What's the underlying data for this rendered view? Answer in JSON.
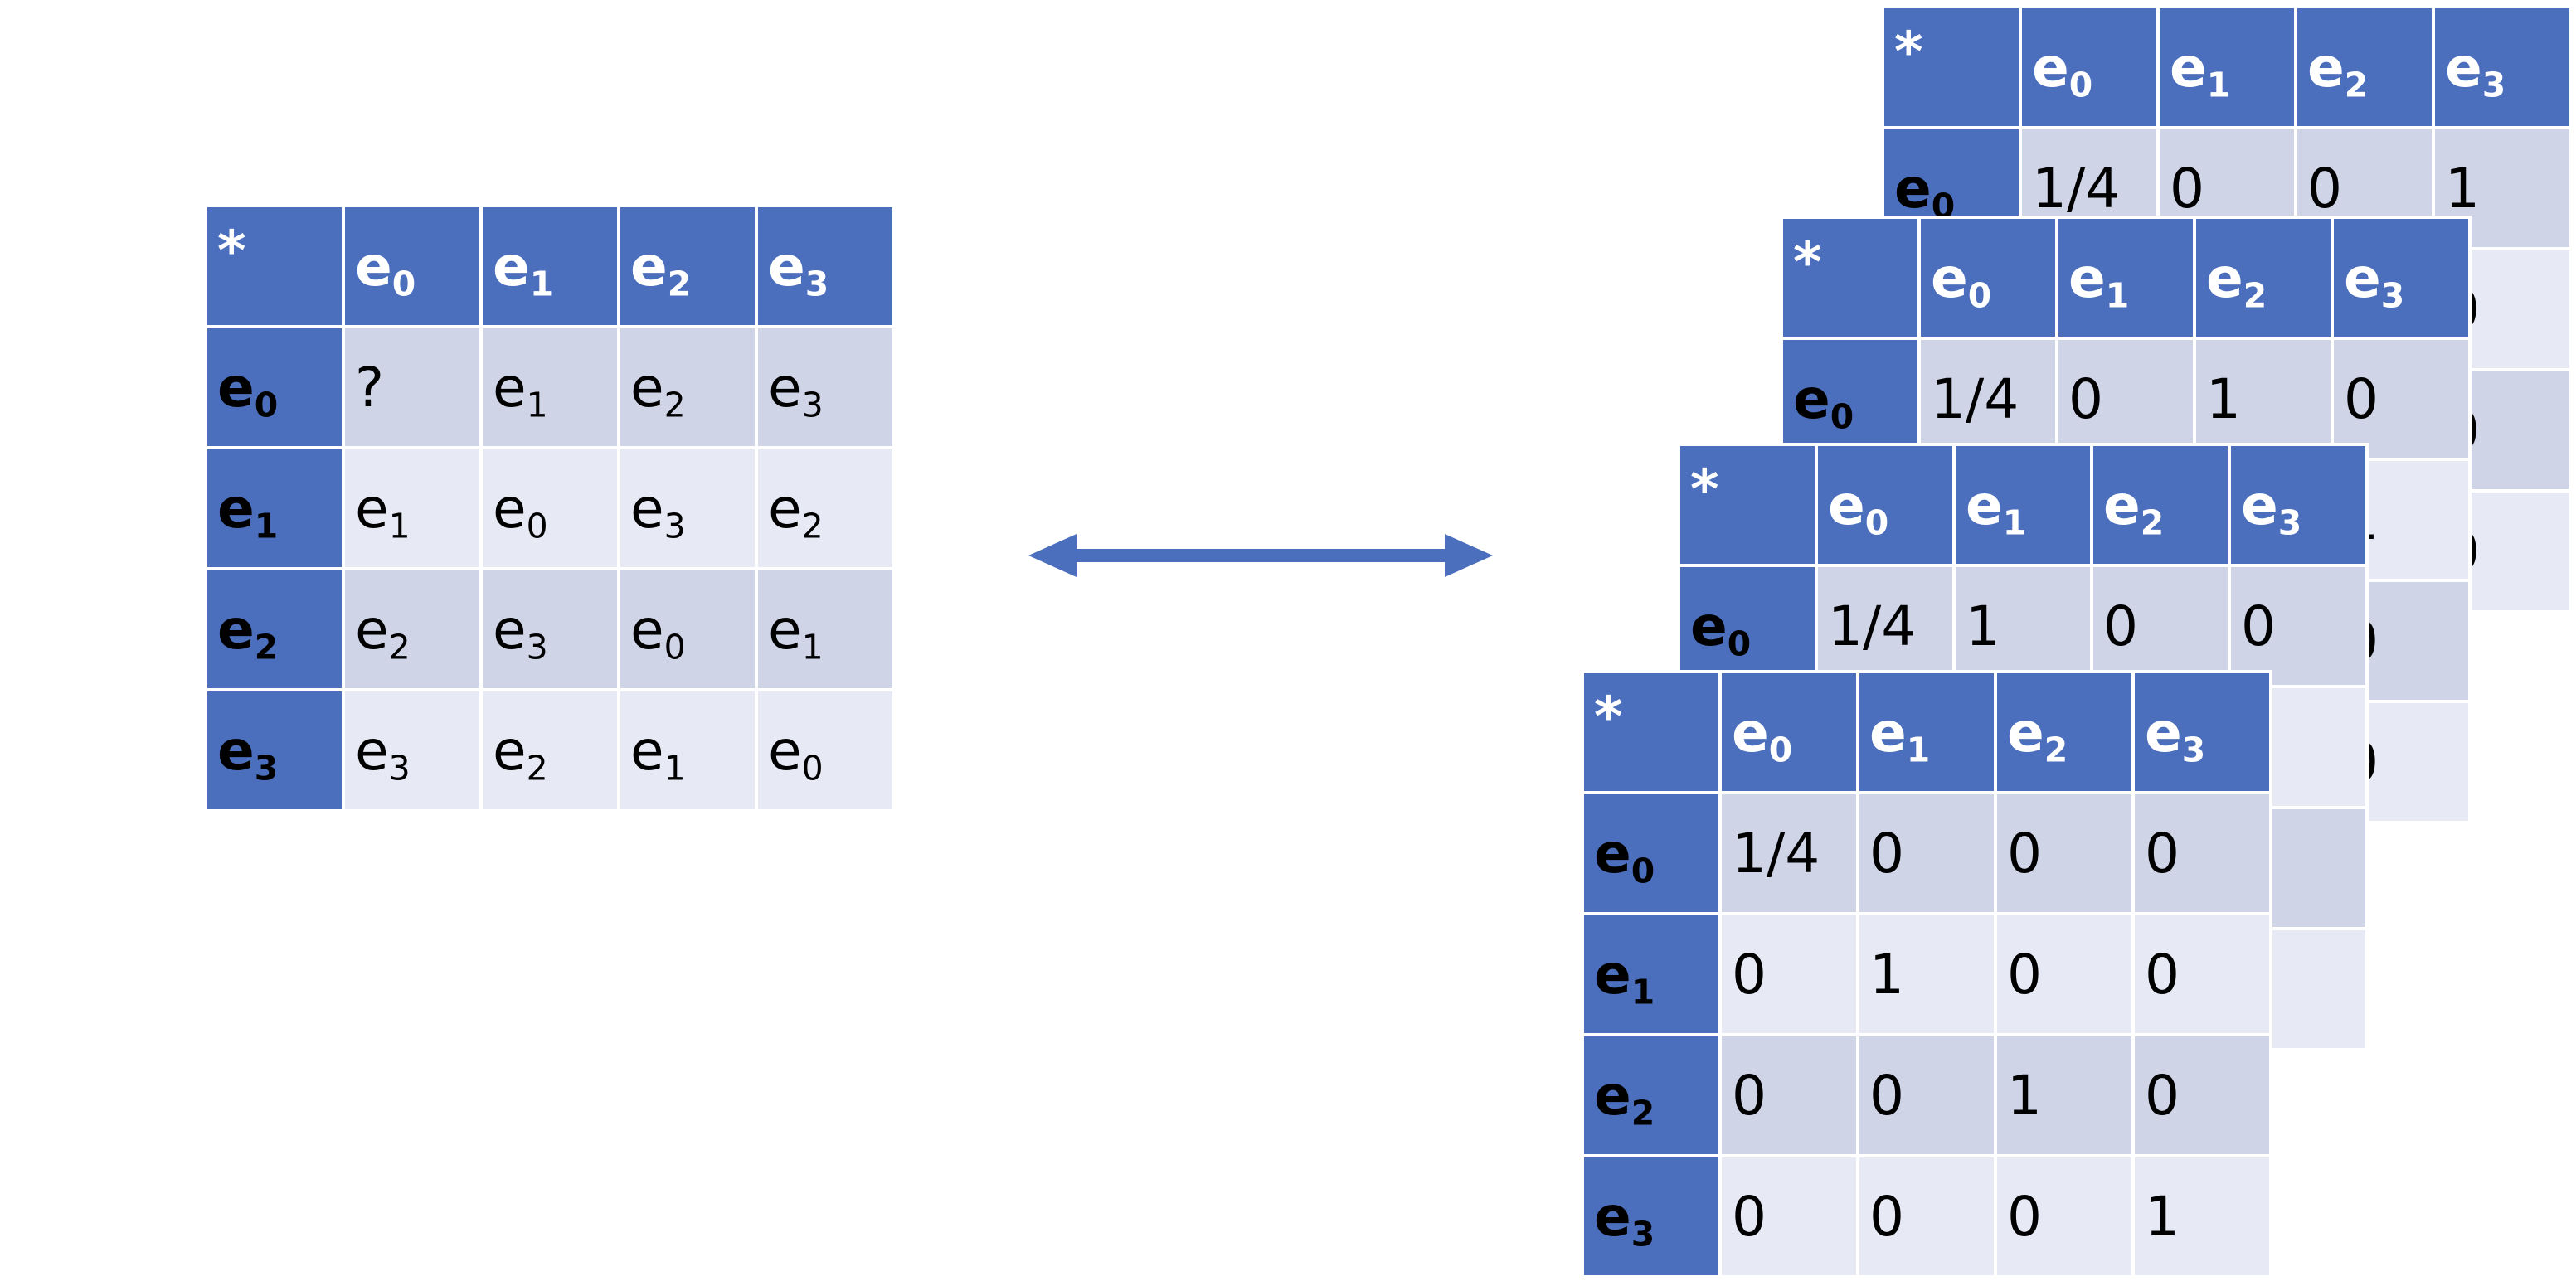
{
  "colors": {
    "header": "#4b6fbd",
    "row_dark": "#cfd4e6",
    "row_light": "#e7eaf4",
    "arrow": "#4b6fbd"
  },
  "left_table": {
    "corner": "*",
    "headers": [
      {
        "b": "e",
        "s": "0"
      },
      {
        "b": "e",
        "s": "1"
      },
      {
        "b": "e",
        "s": "2"
      },
      {
        "b": "e",
        "s": "3"
      }
    ],
    "rows": [
      {
        "label": {
          "b": "e",
          "s": "0"
        },
        "cells": [
          {
            "b": "?",
            "s": ""
          },
          {
            "b": "e",
            "s": "1"
          },
          {
            "b": "e",
            "s": "2"
          },
          {
            "b": "e",
            "s": "3"
          }
        ]
      },
      {
        "label": {
          "b": "e",
          "s": "1"
        },
        "cells": [
          {
            "b": "e",
            "s": "1"
          },
          {
            "b": "e",
            "s": "0"
          },
          {
            "b": "e",
            "s": "3"
          },
          {
            "b": "e",
            "s": "2"
          }
        ]
      },
      {
        "label": {
          "b": "e",
          "s": "2"
        },
        "cells": [
          {
            "b": "e",
            "s": "2"
          },
          {
            "b": "e",
            "s": "3"
          },
          {
            "b": "e",
            "s": "0"
          },
          {
            "b": "e",
            "s": "1"
          }
        ]
      },
      {
        "label": {
          "b": "e",
          "s": "3"
        },
        "cells": [
          {
            "b": "e",
            "s": "3"
          },
          {
            "b": "e",
            "s": "2"
          },
          {
            "b": "e",
            "s": "1"
          },
          {
            "b": "e",
            "s": "0"
          }
        ]
      }
    ]
  },
  "arrow_icon": "double-headed-arrow",
  "stacked_tables": [
    {
      "corner": "*",
      "headers": [
        {
          "b": "e",
          "s": "0"
        },
        {
          "b": "e",
          "s": "1"
        },
        {
          "b": "e",
          "s": "2"
        },
        {
          "b": "e",
          "s": "3"
        }
      ],
      "rows": [
        {
          "label": {
            "b": "e",
            "s": "0"
          },
          "cells": [
            {
              "b": "1/4",
              "s": ""
            },
            {
              "b": "0",
              "s": ""
            },
            {
              "b": "0",
              "s": ""
            },
            {
              "b": "1",
              "s": ""
            }
          ]
        },
        {
          "label": {
            "b": "e",
            "s": "1"
          },
          "cells": [
            {
              "b": "",
              "s": ""
            },
            {
              "b": "",
              "s": ""
            },
            {
              "b": "",
              "s": ""
            },
            {
              "b": "0",
              "s": ""
            }
          ]
        },
        {
          "label": {
            "b": "e",
            "s": "2"
          },
          "cells": [
            {
              "b": "",
              "s": ""
            },
            {
              "b": "",
              "s": ""
            },
            {
              "b": "",
              "s": ""
            },
            {
              "b": "0",
              "s": ""
            }
          ]
        },
        {
          "label": {
            "b": "e",
            "s": "3"
          },
          "cells": [
            {
              "b": "",
              "s": ""
            },
            {
              "b": "",
              "s": ""
            },
            {
              "b": "",
              "s": ""
            },
            {
              "b": "0",
              "s": ""
            }
          ]
        }
      ]
    },
    {
      "corner": "*",
      "headers": [
        {
          "b": "e",
          "s": "0"
        },
        {
          "b": "e",
          "s": "1"
        },
        {
          "b": "e",
          "s": "2"
        },
        {
          "b": "e",
          "s": "3"
        }
      ],
      "rows": [
        {
          "label": {
            "b": "e",
            "s": "0"
          },
          "cells": [
            {
              "b": "1/4",
              "s": ""
            },
            {
              "b": "0",
              "s": ""
            },
            {
              "b": "1",
              "s": ""
            },
            {
              "b": "0",
              "s": ""
            }
          ]
        },
        {
          "label": {
            "b": "e",
            "s": "1"
          },
          "cells": [
            {
              "b": "",
              "s": ""
            },
            {
              "b": "",
              "s": ""
            },
            {
              "b": "",
              "s": ""
            },
            {
              "b": "1",
              "s": ""
            }
          ]
        },
        {
          "label": {
            "b": "e",
            "s": "2"
          },
          "cells": [
            {
              "b": "",
              "s": ""
            },
            {
              "b": "",
              "s": ""
            },
            {
              "b": "",
              "s": ""
            },
            {
              "b": "0",
              "s": ""
            }
          ]
        },
        {
          "label": {
            "b": "e",
            "s": "3"
          },
          "cells": [
            {
              "b": "",
              "s": ""
            },
            {
              "b": "",
              "s": ""
            },
            {
              "b": "",
              "s": ""
            },
            {
              "b": "0",
              "s": ""
            }
          ]
        }
      ]
    },
    {
      "corner": "*",
      "headers": [
        {
          "b": "e",
          "s": "0"
        },
        {
          "b": "e",
          "s": "1"
        },
        {
          "b": "e",
          "s": "2"
        },
        {
          "b": "e",
          "s": "3"
        }
      ],
      "rows": [
        {
          "label": {
            "b": "e",
            "s": "0"
          },
          "cells": [
            {
              "b": "1/4",
              "s": ""
            },
            {
              "b": "1",
              "s": ""
            },
            {
              "b": "0",
              "s": ""
            },
            {
              "b": "0",
              "s": ""
            }
          ]
        },
        {
          "label": {
            "b": "e",
            "s": "1"
          },
          "cells": [
            {
              "b": "",
              "s": ""
            },
            {
              "b": "",
              "s": ""
            },
            {
              "b": "",
              "s": ""
            },
            {
              "b": "0",
              "s": ""
            }
          ]
        },
        {
          "label": {
            "b": "e",
            "s": "2"
          },
          "cells": [
            {
              "b": "",
              "s": ""
            },
            {
              "b": "",
              "s": ""
            },
            {
              "b": "",
              "s": ""
            },
            {
              "b": "1",
              "s": ""
            }
          ]
        },
        {
          "label": {
            "b": "e",
            "s": "3"
          },
          "cells": [
            {
              "b": "",
              "s": ""
            },
            {
              "b": "",
              "s": ""
            },
            {
              "b": "",
              "s": ""
            },
            {
              "b": "0",
              "s": ""
            }
          ]
        }
      ]
    },
    {
      "corner": "*",
      "headers": [
        {
          "b": "e",
          "s": "0"
        },
        {
          "b": "e",
          "s": "1"
        },
        {
          "b": "e",
          "s": "2"
        },
        {
          "b": "e",
          "s": "3"
        }
      ],
      "rows": [
        {
          "label": {
            "b": "e",
            "s": "0"
          },
          "cells": [
            {
              "b": "1/4",
              "s": ""
            },
            {
              "b": "0",
              "s": ""
            },
            {
              "b": "0",
              "s": ""
            },
            {
              "b": "0",
              "s": ""
            }
          ]
        },
        {
          "label": {
            "b": "e",
            "s": "1"
          },
          "cells": [
            {
              "b": "0",
              "s": ""
            },
            {
              "b": "1",
              "s": ""
            },
            {
              "b": "0",
              "s": ""
            },
            {
              "b": "0",
              "s": ""
            }
          ]
        },
        {
          "label": {
            "b": "e",
            "s": "2"
          },
          "cells": [
            {
              "b": "0",
              "s": ""
            },
            {
              "b": "0",
              "s": ""
            },
            {
              "b": "1",
              "s": ""
            },
            {
              "b": "0",
              "s": ""
            }
          ]
        },
        {
          "label": {
            "b": "e",
            "s": "3"
          },
          "cells": [
            {
              "b": "0",
              "s": ""
            },
            {
              "b": "0",
              "s": ""
            },
            {
              "b": "0",
              "s": ""
            },
            {
              "b": "1",
              "s": ""
            }
          ]
        }
      ]
    }
  ]
}
